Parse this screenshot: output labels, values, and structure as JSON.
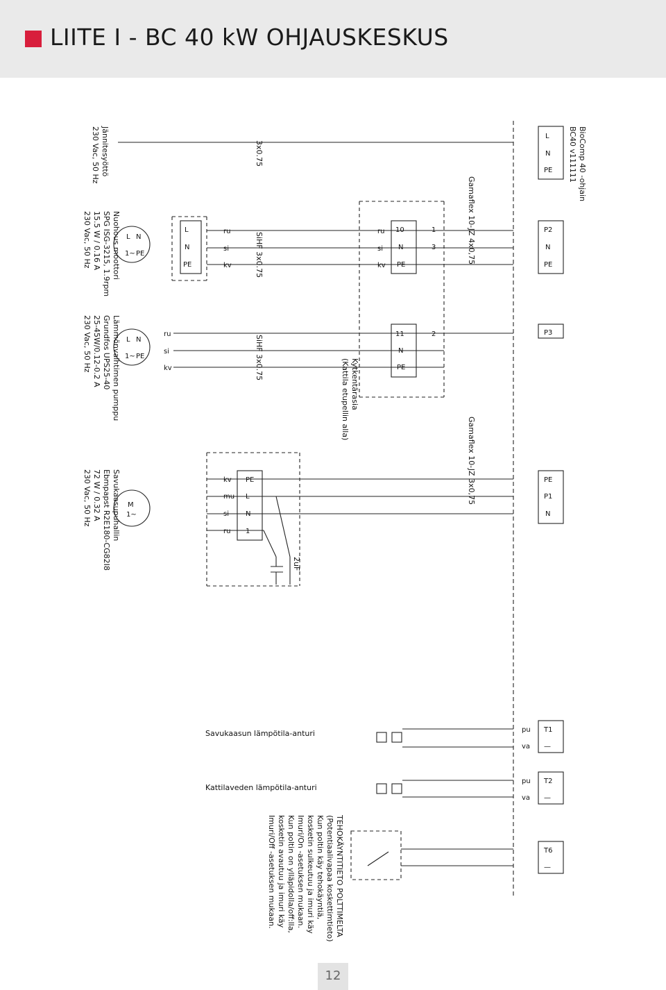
{
  "header": {
    "title": "LIITE I - BC 40 kW OHJAUSKESKUS",
    "accent_color": "#d81e3c"
  },
  "page": {
    "number": "12"
  },
  "diagram": {
    "supply": {
      "title": "Jännitesyöttö",
      "spec": "230 Vac, 50 Hz"
    },
    "supply_cable": "3x0.75",
    "pump_motor": {
      "lines": [
        "Nuohous moottori",
        "SPG ISG-3215, 1.9rpm",
        "15.5 W / 0.16 A",
        "230 Vac, 50 Hz"
      ],
      "symbol": [
        "L",
        "N",
        "PE",
        "1~"
      ],
      "cable": "SiHF 3x0.75"
    },
    "exchanger_pump": {
      "lines": [
        "Lämmönvaihtimen pumppu",
        "Grundfos UPS25-40",
        "25-45W/0.12-0.2 A",
        "230 Vac, 50 Hz"
      ],
      "symbol": [
        "L",
        "N",
        "PE",
        "1~"
      ],
      "cable": "SiHF 3x0.75"
    },
    "flue_fan": {
      "lines": [
        "Savukaasupuhallin",
        "Ebmpapst R2E180-CG82I8",
        "72 W / 0.32 A",
        "230 Vac, 50 Hz"
      ],
      "symbol": [
        "M",
        "1~"
      ],
      "capacitor": "2uF"
    },
    "junction_box": {
      "lines": [
        "Kytkentärasia",
        "(Kattila etupellin alla)"
      ]
    },
    "cable_gamaflex_1": "Gamaflex 10-JZ 4x0,75",
    "cable_gamaflex_2": "Gamaflex 10-JZ 3x0,75",
    "controller": {
      "lines": [
        "BioComp 40 -ohjain",
        "BC40 v111111"
      ]
    },
    "sensor_flue": "Savukaasun lämpötila-anturi",
    "sensor_boiler": "Kattilaveden lämpötila-anturi",
    "power_info": [
      "TEHOKÄYNTITIETO POLTTIMELTA",
      "(Potentiaalivapaa koskettimtieto)",
      "Kun poltin käy tehokäyntiä,",
      "kosketin sulkeutuu ja imuri käy",
      "Imuri/On -asetuksen mukaan.",
      "Kun poltin on ylläpidolla/off:lla,",
      "kosketin avautuu ja imuri käy",
      "Imuri/Off -asetuksen mukaan."
    ],
    "terminals_supply": [
      "L",
      "N",
      "PE"
    ],
    "terminals_motor": [
      "L",
      "N",
      "PE"
    ],
    "terminals_fan": [
      "PE",
      "L",
      "N",
      "1"
    ],
    "terminals_jbox_a": [
      "10",
      "N",
      "PE"
    ],
    "terminals_jbox_b": [
      "11",
      "N",
      "PE"
    ],
    "terminals_ctrl_supply": [
      "L",
      "N",
      "PE"
    ],
    "terminals_ctrl_a": [
      "P2",
      "N",
      "PE"
    ],
    "terminals_ctrl_p3": "P3",
    "terminals_ctrl_fan": [
      "PE",
      "P1",
      "N"
    ],
    "terminals_ctrl_t1": [
      "T1",
      "—"
    ],
    "terminals_ctrl_t2": [
      "T2",
      "—"
    ],
    "terminals_ctrl_t6": [
      "T6",
      "—"
    ],
    "wire_colors": [
      "ru",
      "si",
      "kv",
      "mu",
      "pu",
      "va"
    ],
    "wire_numbers": [
      "1",
      "2",
      "3"
    ]
  }
}
